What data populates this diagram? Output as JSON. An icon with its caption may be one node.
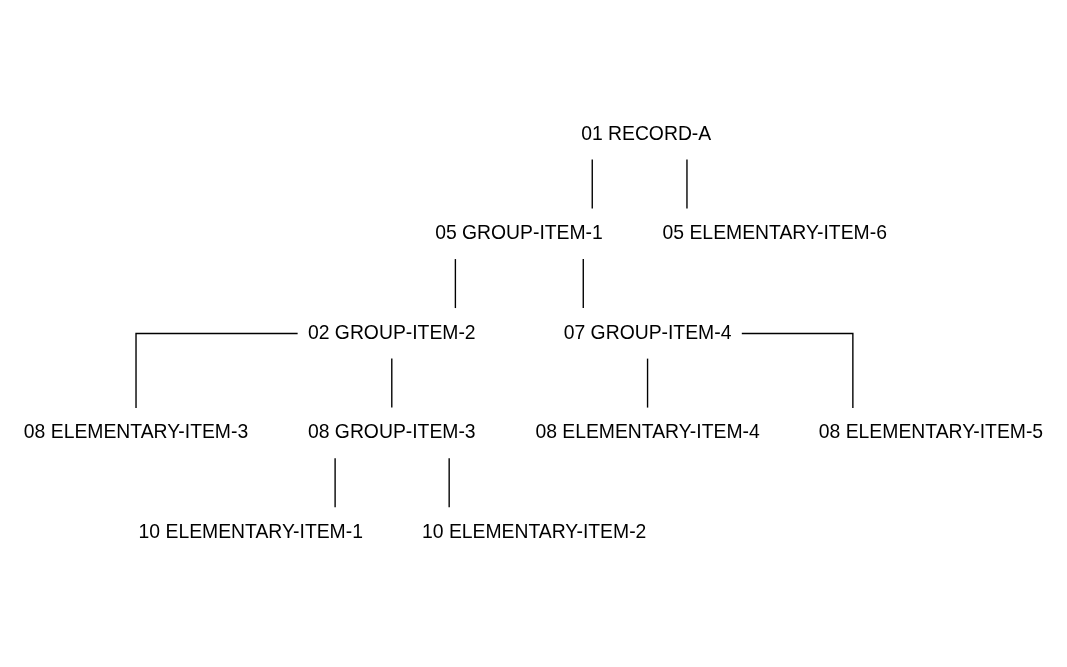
{
  "diagram": {
    "nodes": [
      {
        "text": [
          "01 RECORD-A"
        ]
      },
      {
        "text": [
          "05 GROUP-ITEM-1"
        ]
      },
      {
        "text": [
          "05 ELEMENTARY-ITEM-6"
        ]
      },
      {
        "text": [
          "02 GROUP-ITEM-2"
        ]
      },
      {
        "text": [
          "07 GROUP-ITEM-4"
        ]
      },
      {
        "text": [
          "08 ELEMENTARY-ITEM-3"
        ]
      },
      {
        "text": [
          "08 GROUP-ITEM-3"
        ]
      },
      {
        "text": [
          "08 ELEMENTARY-ITEM-4"
        ]
      },
      {
        "text": [
          "08 ELEMENTARY-ITEM-5"
        ]
      },
      {
        "text": [
          "10 ELEMENTARY-ITEM-1"
        ]
      },
      {
        "text": [
          "10 ELEMENTARY-ITEM-2"
        ]
      }
    ],
    "edges": [
      {
        "from": 0,
        "to": 1,
        "arrow": "none"
      },
      {
        "from": 0,
        "to": 2,
        "arrow": "none"
      },
      {
        "from": 1,
        "to": 3,
        "arrow": "none"
      },
      {
        "from": 1,
        "to": 4,
        "arrow": "none"
      },
      {
        "from": 3,
        "to": 5,
        "arrow": "none"
      },
      {
        "from": 3,
        "to": 6,
        "arrow": "none"
      },
      {
        "from": 4,
        "to": 7,
        "arrow": "none"
      },
      {
        "from": 4,
        "to": 8,
        "arrow": "none"
      },
      {
        "from": 6,
        "to": 9,
        "arrow": "none"
      },
      {
        "from": 6,
        "to": 10,
        "arrow": "none"
      }
    ]
  }
}
